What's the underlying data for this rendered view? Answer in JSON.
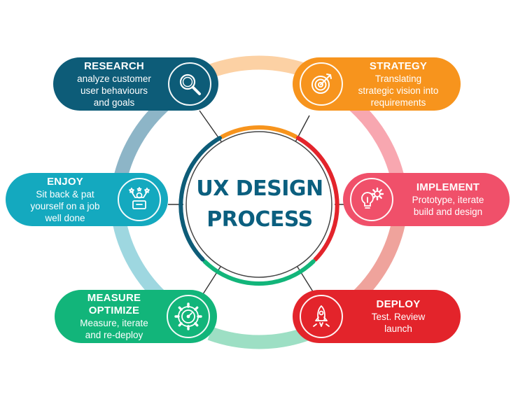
{
  "center": {
    "line1": "UX DESIGN",
    "line2": "PROCESS"
  },
  "steps": {
    "research": {
      "title": "RESEARCH",
      "lines": [
        "analyze customer",
        "user behaviours",
        "and goals"
      ],
      "icon": "magnifier-icon",
      "color": "#0d5c78"
    },
    "strategy": {
      "title": "STRATEGY",
      "lines": [
        "Translating",
        "strategic vision into",
        "requirements"
      ],
      "icon": "target-icon",
      "color": "#f7941d"
    },
    "enjoy": {
      "title": "ENJOY",
      "lines": [
        "Sit back & pat",
        "yourself on a job",
        "well done"
      ],
      "icon": "celebrate-icon",
      "color": "#14a9bf"
    },
    "implement": {
      "title": "IMPLEMENT",
      "lines": [
        "Prototype, iterate",
        "build and design"
      ],
      "icon": "bulb-gear-icon",
      "color": "#f0506a"
    },
    "measure": {
      "title": "MEASURE OPTIMIZE",
      "lines": [
        "Measure, iterate",
        "and re-deploy"
      ],
      "icon": "gauge-gear-icon",
      "color": "#12b57a"
    },
    "deploy": {
      "title": "DEPLOY",
      "lines": [
        "Test. Review",
        "launch"
      ],
      "icon": "rocket-icon",
      "color": "#e3242b"
    }
  },
  "colors": {
    "ring_research": "#8db5c7",
    "ring_strategy": "#fcd1a4",
    "ring_implement": "#f8a7b0",
    "ring_deploy": "#efa39c",
    "ring_measure": "#9ddfc4",
    "ring_enjoy": "#9ed7e0",
    "center_text": "#0b5f7f"
  }
}
